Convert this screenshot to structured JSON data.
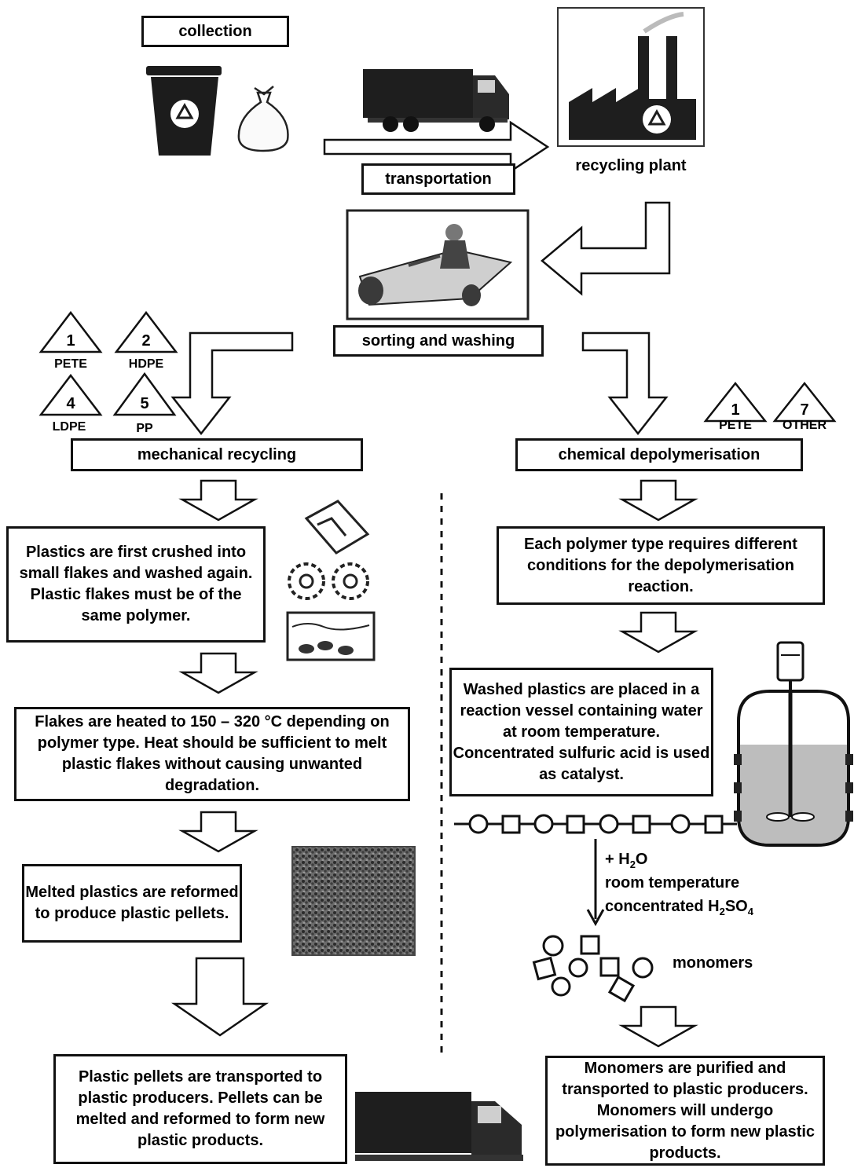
{
  "steps": {
    "collection": "collection",
    "transportation": "transportation",
    "recycling_plant": "recycling plant",
    "sorting": "sorting and washing"
  },
  "codes_left": [
    {
      "num": "1",
      "label": "PETE"
    },
    {
      "num": "2",
      "label": "HDPE"
    },
    {
      "num": "4",
      "label": "LDPE"
    },
    {
      "num": "5",
      "label": "PP"
    }
  ],
  "codes_right": [
    {
      "num": "1",
      "label": "PETE"
    },
    {
      "num": "7",
      "label": "OTHER"
    }
  ],
  "mechanical": {
    "title": "mechanical recycling",
    "step1": "Plastics are first crushed into small flakes and washed again. Plastic flakes must be of the same polymer.",
    "step2": "Flakes are heated to 150 – 320 °C depending on polymer type. Heat should be sufficient to melt plastic flakes without causing unwanted degradation.",
    "step3": "Melted plastics are reformed to produce plastic pellets.",
    "step4": "Plastic pellets are transported to plastic producers. Pellets can be melted and reformed to form new plastic products."
  },
  "chemical": {
    "title": "chemical depolymerisation",
    "step1": "Each polymer type requires different conditions for the depolymerisation reaction.",
    "step2": "Washed plastics are placed in a reaction vessel containing water at room temperature. Concentrated sulfuric acid is used as catalyst.",
    "cond1_main": "+ H",
    "cond1_sub": "2",
    "cond1_tail": "O",
    "cond2": "room temperature",
    "cond3_main": "concentrated H",
    "cond3_sub1": "2",
    "cond3_mid": "SO",
    "cond3_sub2": "4",
    "monomers": "monomers",
    "step3": "Monomers are purified and transported to plastic producers. Monomers will undergo polymerisation to form new plastic products."
  },
  "icons": [
    "recycle-bin-icon",
    "trash-bag-icon",
    "truck-icon",
    "factory-icon",
    "conveyor-worker-icon",
    "crusher-icon",
    "pellets-icon",
    "reactor-icon"
  ]
}
